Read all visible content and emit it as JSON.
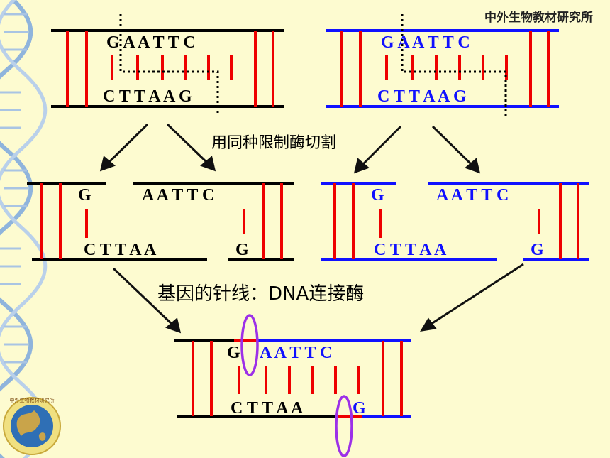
{
  "header": {
    "institute": "中外生物教材研究所"
  },
  "colors": {
    "background": "#fdfbd0",
    "strand_black": "#000000",
    "strand_blue": "#1010ff",
    "rung_red": "#ee0000",
    "highlight_purple": "#9c30e8",
    "helix_blue": "#8fb4dc"
  },
  "labels": {
    "cut_caption": "用同种限制酶切割",
    "ligase_caption": "基因的针线：DNA连接酶"
  },
  "sequences": {
    "top_left_top": "G A A T T C",
    "top_left_bottom": "C T T A A G",
    "top_right_top": "G A A T T C",
    "top_right_bottom": "C T T A A G",
    "mid_ll_top": "G",
    "mid_ll_bottom": "C T T A A",
    "mid_lr_top": "A A T T C",
    "mid_lr_bottom": "G",
    "mid_rl_top": "G",
    "mid_rl_bottom": "C T T A A",
    "mid_rr_top": "A A T T C",
    "mid_rr_bottom": "G",
    "bottom_top_left": "G",
    "bottom_top_right": "A A T T C",
    "bottom_bottom_left": "C T T A A",
    "bottom_bottom_right": "G"
  },
  "logo": {
    "ring_text": "中外生物教材研究所"
  }
}
